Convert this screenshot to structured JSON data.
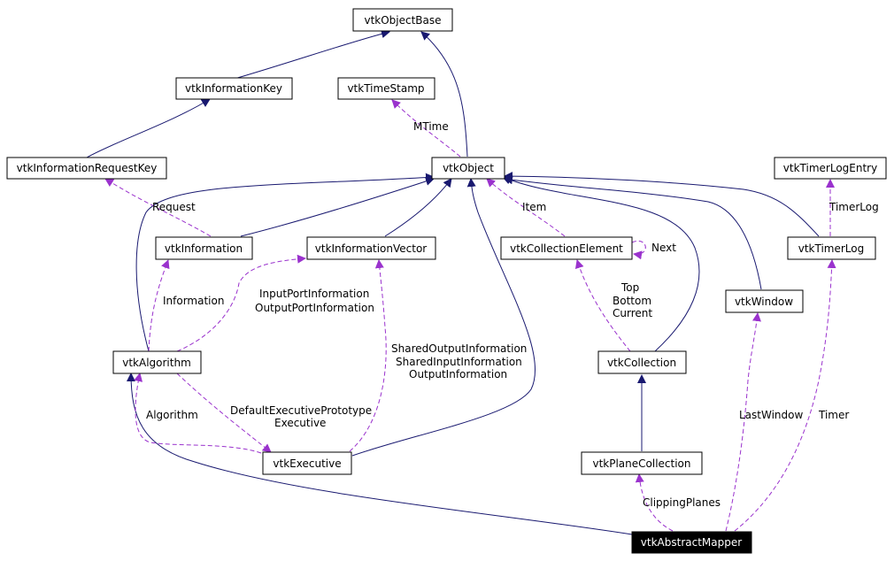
{
  "classes": {
    "vtkObjectBase": "vtkObjectBase",
    "vtkInformationKey": "vtkInformationKey",
    "vtkTimeStamp": "vtkTimeStamp",
    "vtkInformationRequestKey": "vtkInformationRequestKey",
    "vtkObject": "vtkObject",
    "vtkTimerLogEntry": "vtkTimerLogEntry",
    "vtkInformation": "vtkInformation",
    "vtkInformationVector": "vtkInformationVector",
    "vtkCollectionElement": "vtkCollectionElement",
    "vtkTimerLog": "vtkTimerLog",
    "vtkWindow": "vtkWindow",
    "vtkAlgorithm": "vtkAlgorithm",
    "vtkCollection": "vtkCollection",
    "vtkExecutive": "vtkExecutive",
    "vtkPlaneCollection": "vtkPlaneCollection",
    "vtkAbstractMapper": "vtkAbstractMapper"
  },
  "edge_labels": {
    "mtime": "MTime",
    "request": "Request",
    "item": "Item",
    "next": "Next",
    "timerlog": "TimerLog",
    "top": "Top",
    "bottom": "Bottom",
    "current": "Current",
    "information": "Information",
    "inputportinformation": "InputPortInformation",
    "outputportinformation": "OutputPortInformation",
    "sharedoutputinformation": "SharedOutputInformation",
    "sharedinputinformation": "SharedInputInformation",
    "outputinformation": "OutputInformation",
    "algorithm": "Algorithm",
    "defaultexecutiveprototype": "DefaultExecutivePrototype",
    "executive": "Executive",
    "lastwindow": "LastWindow",
    "timer": "Timer",
    "clippingplanes": "ClippingPlanes"
  },
  "colors": {
    "inheritance_edge": "#191970",
    "usage_edge": "#9a32cd",
    "root_node_fill": "#000000",
    "root_node_text": "#ffffff"
  }
}
